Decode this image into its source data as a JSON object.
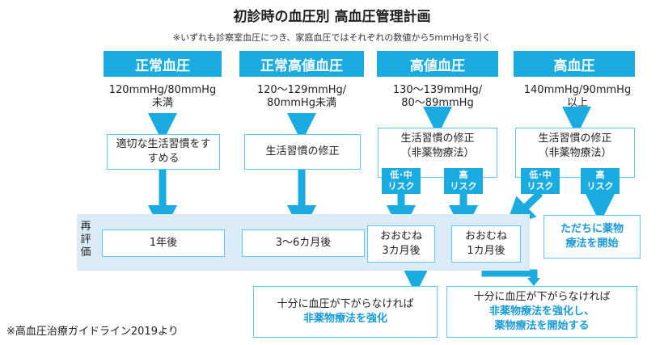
{
  "title": "初診時の血圧別 高血圧管理計画",
  "note": "※いずれも診察室血圧につき、家庭血圧ではそれぞれの数値から5mmHgを引く",
  "categories": [
    {
      "label": "正常血圧",
      "range1": "120mmHg/80mmHg",
      "range2": "未満",
      "action": "適切な生活習慣をすすめる",
      "reeval": "1年後"
    },
    {
      "label": "正常高値血圧",
      "range1": "120～129mmHg/",
      "range2": "80mmHg未満",
      "action": "生活習慣の修正",
      "reeval": "3～6カ月後"
    },
    {
      "label": "高値血圧",
      "range1": "130～139mmHg/",
      "range2": "80～89mmHg",
      "action1": "生活習慣の修正",
      "action2": "（非薬物療法）",
      "risk_low": [
        "低･中",
        "リスク"
      ],
      "risk_high": [
        "高",
        "リスク"
      ],
      "reeval_low": [
        "おおむね",
        "3カ月後"
      ],
      "reeval_high": [
        "おおむね",
        "1カ月後"
      ]
    },
    {
      "label": "高血圧",
      "range1": "140mmHg/90mmHg",
      "range2": "以上",
      "action1": "生活習慣の修正",
      "action2": "（非薬物療法）",
      "risk_low": [
        "低･中",
        "リスク"
      ],
      "risk_high": [
        "高",
        "リスク"
      ],
      "immediate": [
        "ただちに薬物",
        "療法を開始"
      ]
    }
  ],
  "reeval_label": [
    "再",
    "評",
    "価"
  ],
  "outcome1": {
    "line1": "十分に血圧が下がらなければ",
    "line2": "非薬物療法を強化"
  },
  "outcome2": {
    "line1": "十分に血圧が下がらなければ",
    "line2": "非薬物療法を強化し、",
    "line3": "薬物療法を開始する"
  },
  "source": "※高血圧治療ガイドライン2019より",
  "colors": {
    "accent": "#1aabe0",
    "border": "#5cc8ee",
    "band": "#dcebf8",
    "highlight_text": "#1a9bd7"
  }
}
